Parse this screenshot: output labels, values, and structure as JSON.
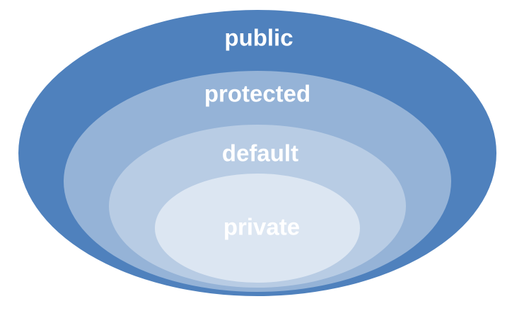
{
  "diagram": {
    "levels": [
      {
        "label": "public",
        "color": "#4f81bd"
      },
      {
        "label": "protected",
        "color": "#95b3d7"
      },
      {
        "label": "default",
        "color": "#b8cce4"
      },
      {
        "label": "private",
        "color": "#dce6f2"
      }
    ]
  }
}
